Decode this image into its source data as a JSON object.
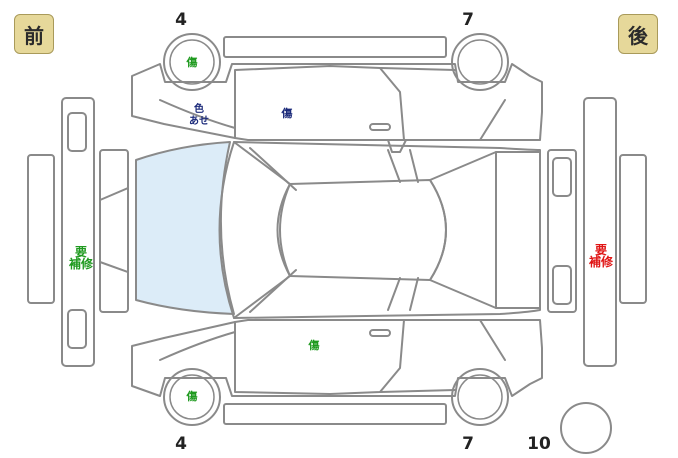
{
  "badges": {
    "front": "前",
    "rear": "後"
  },
  "tire_numbers": {
    "top_left": "4",
    "top_right": "7",
    "bottom_left": "4",
    "bottom_right": "7",
    "spare": "10"
  },
  "marks": {
    "tire_top_left": "傷",
    "tire_bottom_left": "傷",
    "front_fender_top_line1": "色",
    "front_fender_top_line2": "あせ",
    "front_door_top": "傷",
    "front_door_bottom": "傷",
    "front_bumper_line1": "要",
    "front_bumper_line2": "補修",
    "rear_bumper_line1": "要",
    "rear_bumper_line2": "補修"
  },
  "colors": {
    "line": "#8a8a8a",
    "windshield_fill": "#dcecf8",
    "badge_fill": "#e6d89a",
    "mark_green": "#1f9a1f",
    "mark_navy": "#1b2a7a",
    "mark_red": "#e01515"
  }
}
